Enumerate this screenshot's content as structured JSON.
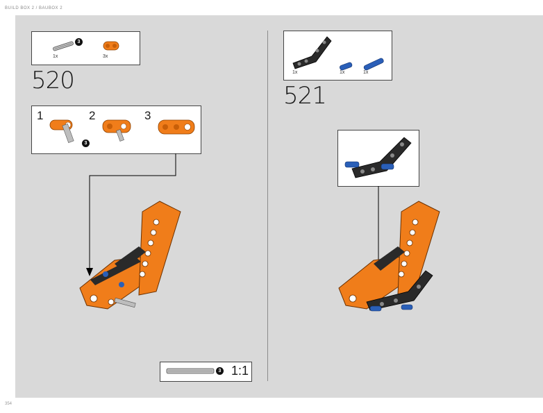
{
  "header": {
    "text": "BUILD BOX 2  /  BAUBOX 2"
  },
  "page_number": "354",
  "step_520": {
    "number": "520",
    "parts": [
      {
        "name": "axle-3",
        "qty": "1x",
        "badge": "3"
      },
      {
        "name": "orange-connector",
        "qty": "3x"
      }
    ],
    "substeps": [
      "1",
      "2",
      "3"
    ],
    "substep_badge": "3"
  },
  "step_521": {
    "number": "521",
    "parts": [
      {
        "name": "black-bent-beam",
        "qty": "1x"
      },
      {
        "name": "blue-pin-short",
        "qty": "1x"
      },
      {
        "name": "blue-pin-long",
        "qty": "1x"
      }
    ]
  },
  "scale_ref": {
    "badge": "3",
    "label": "1:1"
  },
  "colors": {
    "orange": "#f07d1a",
    "black": "#2a2a2a",
    "blue": "#2a5fb8",
    "gray": "#bdbdbd",
    "canvas": "#d9d9d9"
  }
}
